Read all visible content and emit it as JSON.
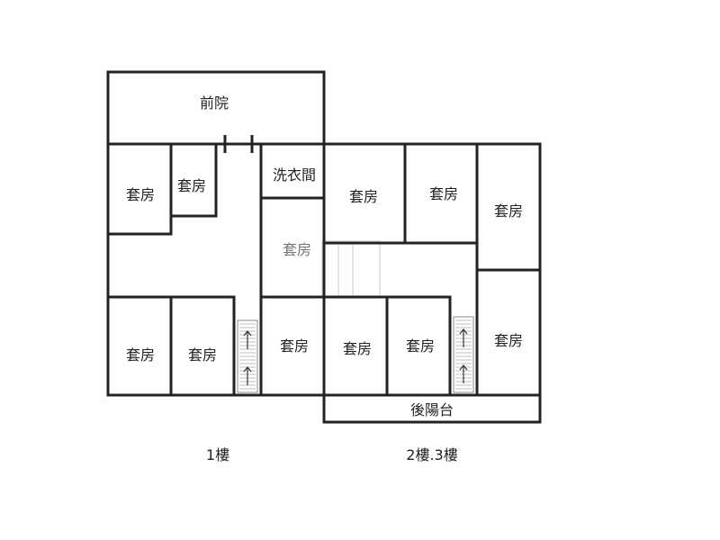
{
  "floorplan": {
    "rooms": {
      "front_yard": "前院",
      "laundry": "洗衣間",
      "suite": "套房",
      "back_balcony": "後陽台"
    },
    "floor_labels": {
      "first": "1樓",
      "upper": "2樓.3樓"
    },
    "icons": {
      "door": "door-marks-icon",
      "stairs": "staircase-icon"
    },
    "colors": {
      "wall": "#222222",
      "background": "#ffffff",
      "watermark": "#e4e4e4"
    }
  }
}
